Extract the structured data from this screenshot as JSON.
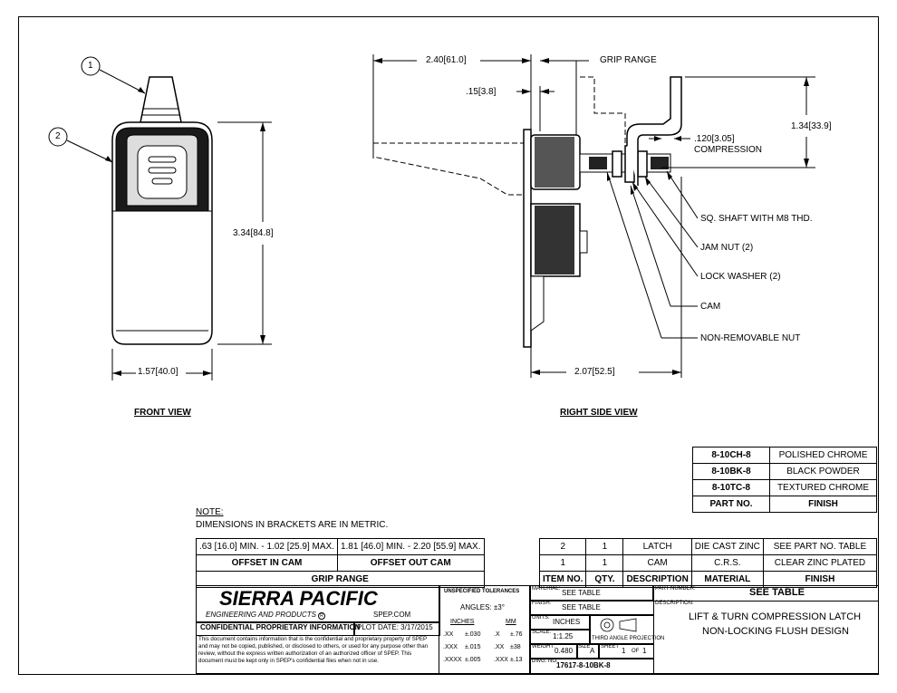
{
  "views": {
    "front_title": "FRONT VIEW",
    "side_title": "RIGHT SIDE VIEW"
  },
  "front": {
    "balloon1": "1",
    "balloon2": "2",
    "dim_height": "3.34",
    "dim_height_mm": "84.8",
    "dim_width": "1.57",
    "dim_width_mm": "40.0"
  },
  "side": {
    "dim_top": "2.40",
    "dim_top_mm": "61.0",
    "grip_range": "GRIP RANGE",
    "dim_small": ".15",
    "dim_small_mm": "3.8",
    "dim_right": "1.34",
    "dim_right_mm": "33.9",
    "dim_comp": ".120",
    "dim_comp_mm": "3.05",
    "compression": "COMPRESSION",
    "dim_bottom": "2.07",
    "dim_bottom_mm": "52.5",
    "callouts": [
      "SQ. SHAFT WITH M8 THD.",
      "JAM NUT (2)",
      "LOCK WASHER (2)",
      "CAM",
      "NON-REMOVABLE NUT"
    ]
  },
  "finish_table": {
    "rows": [
      [
        "8-10CH-8",
        "POLISHED CHROME"
      ],
      [
        "8-10BK-8",
        "BLACK POWDER"
      ],
      [
        "8-10TC-8",
        "TEXTURED CHROME"
      ]
    ],
    "header": [
      "PART NO.",
      "FINISH"
    ]
  },
  "note": {
    "title": "NOTE:",
    "text": "DIMENSIONS IN BRACKETS ARE IN METRIC."
  },
  "grip_table": {
    "values": [
      ".63 [16.0] MIN. - 1.02 [25.9] MAX.",
      "1.81 [46.0] MIN. - 2.20 [55.9] MAX."
    ],
    "headers": [
      "OFFSET IN CAM",
      "OFFSET OUT CAM"
    ],
    "footer": "GRIP RANGE"
  },
  "bom": {
    "rows": [
      [
        "2",
        "1",
        "LATCH",
        "DIE CAST ZINC",
        "SEE PART NO. TABLE"
      ],
      [
        "1",
        "1",
        "CAM",
        "C.R.S.",
        "CLEAR ZINC PLATED"
      ]
    ],
    "header": [
      "ITEM NO.",
      "QTY.",
      "DESCRIPTION",
      "MATERIAL",
      "FINISH"
    ]
  },
  "title_block": {
    "company": "SIERRA PACIFIC",
    "company_sub": "ENGINEERING AND PRODUCTS",
    "reg": "R",
    "website": "SPEP.COM",
    "confidential": "CONFIDENTIAL PROPRIETARY INFORMATION",
    "plot_date": "PLOT DATE: 3/17/2015",
    "disclaimer": "This document contains information that is the confidential and proprietary property of SPEP and may not be copied, published, or disclosed to others, or used for any purpose other than review, without the express written authorization of an authorized officer of SPEP. This document must be kept only in SPEP's confidential files when not in use.",
    "tol_title": "UNSPECIFIED TOLERANCES",
    "angles": "ANGLES: ±3°",
    "inches": "INCHES",
    "mm": "MM",
    "tol_rows": [
      [
        ".XX",
        "±.030",
        ".X",
        "±.76"
      ],
      [
        ".XXX",
        "±.015",
        ".XX",
        "±38"
      ],
      [
        ".XXXX",
        "±.005",
        ".XXX",
        "±.13"
      ]
    ],
    "material_label": "MATERIAL:",
    "material": "SEE TABLE",
    "finish_label": "FINISH:",
    "finish": "SEE TABLE",
    "units_label": "UNITS:",
    "units": "INCHES",
    "scale_label": "SCALE:",
    "scale": "1:1.25",
    "projection": "THIRD ANGLE PROJECTION",
    "weight_label": "WEIGHT:",
    "weight": "0.480",
    "size_label": "SIZE",
    "size": "A",
    "sheet_label": "SHEET",
    "sheet": "1",
    "of": "OF",
    "sheets": "1",
    "dwg_label": "DWG. NO.",
    "dwg": "17617-8-10BK-8",
    "part_label": "PART NUMBER:",
    "part": "SEE TABLE",
    "desc_label": "DESCRIPTION:",
    "desc1": "LIFT & TURN COMPRESSION LATCH",
    "desc2": "NON-LOCKING FLUSH DESIGN"
  }
}
